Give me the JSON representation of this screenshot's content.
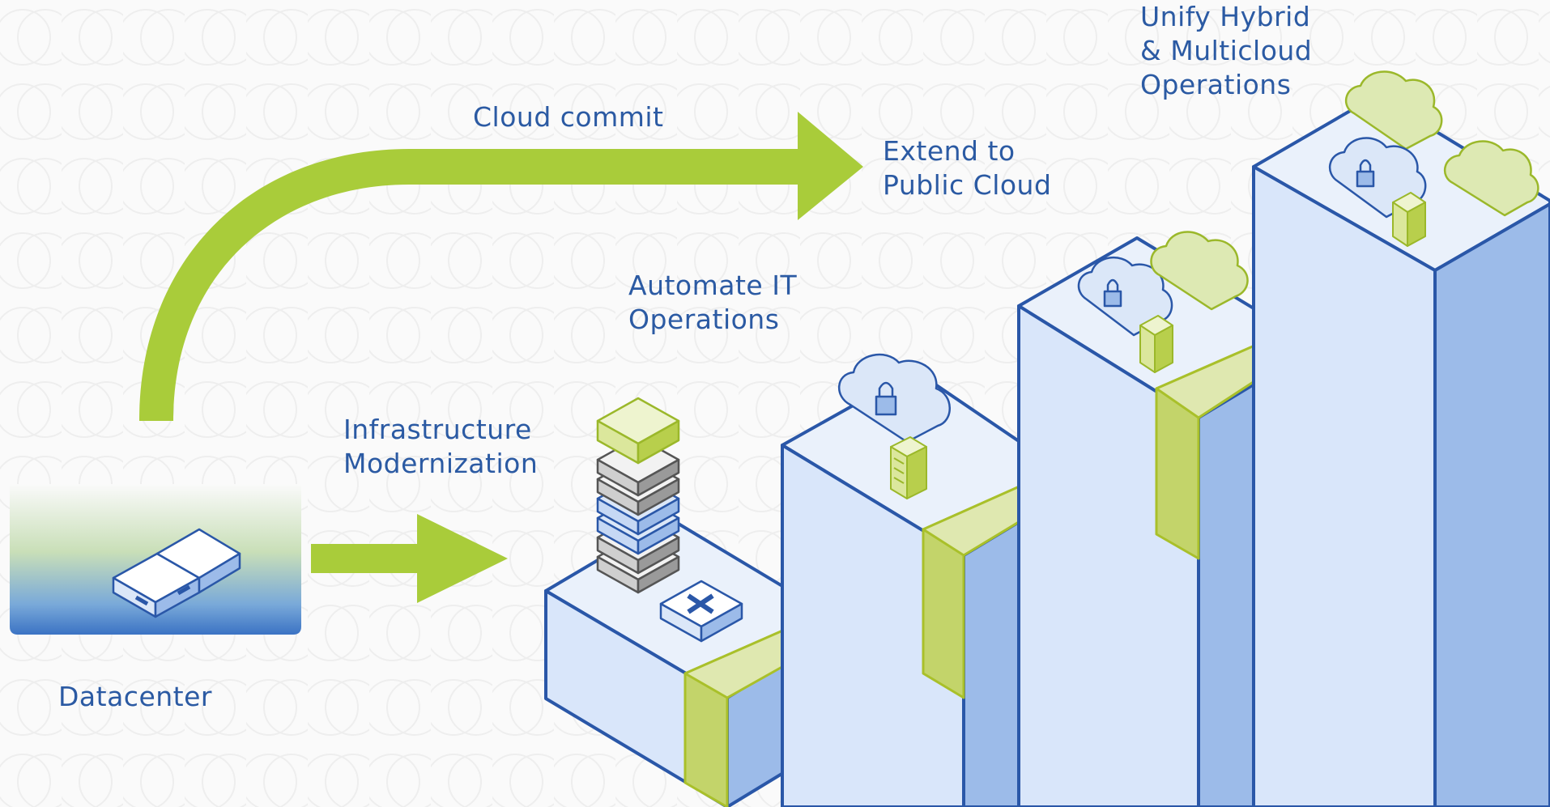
{
  "labels": {
    "datacenter": "Datacenter",
    "cloud_commit": "Cloud commit",
    "extend_public_cloud": [
      "Extend to",
      "Public Cloud"
    ],
    "infrastructure_modernization": [
      "Infrastructure",
      "Modernization"
    ],
    "automate_it": [
      "Automate IT",
      "Operations"
    ],
    "unify_hybrid": [
      "Unify Hybrid",
      "& Multicloud",
      "Operations"
    ]
  },
  "colors": {
    "arrow_green": "#a9cc3a",
    "label_blue": "#2b5aa3",
    "block_edge": "#2a57a8",
    "block_top": "#eaf1fb",
    "block_left": "#d9e6fa",
    "block_right": "#9cbbe9",
    "band_green": "#c3d46a",
    "band_light": "#dfe8b0",
    "cloud_green": "#dde9b3",
    "cloud_blue": "#dbe7f8"
  },
  "icons": {
    "datacenter": "server-appliance-icon",
    "hyperconverged": "nutanix-x-icon",
    "security": "padlock-icon",
    "storage": "server-rack-icon",
    "cloud": "cloud-icon"
  }
}
